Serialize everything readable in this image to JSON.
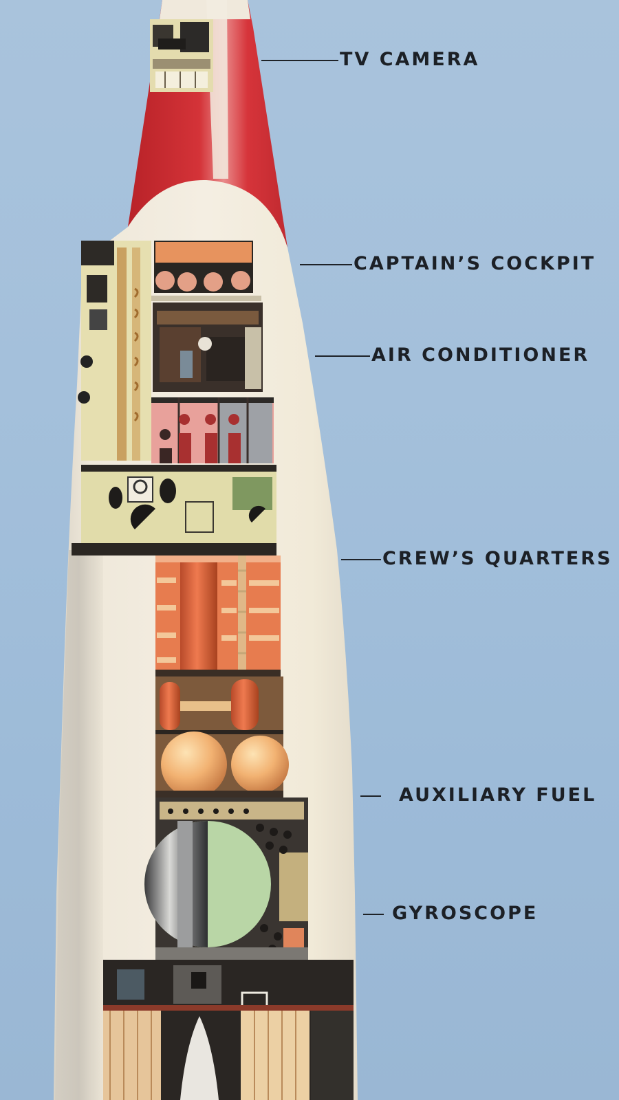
{
  "diagram": {
    "labels": [
      {
        "id": "tv-camera",
        "text": "TV CAMERA"
      },
      {
        "id": "captains-cockpit",
        "text": "CAPTAIN’S COCKPIT"
      },
      {
        "id": "air-conditioner",
        "text": "AIR CONDITIONER"
      },
      {
        "id": "crews-quarters",
        "text": "CREW’S QUARTERS"
      },
      {
        "id": "auxiliary-fuel",
        "text": "AUXILIARY FUEL"
      },
      {
        "id": "gyroscope",
        "text": "GYROSCOPE"
      }
    ]
  },
  "colors": {
    "sky": "#a4c0db",
    "hull": "#f1e9da",
    "nose_red": "#cf2f35",
    "interior_cream": "#e2dca8",
    "interior_orange": "#e0855b",
    "interior_pink": "#e6a19a",
    "interior_dark": "#2b2723",
    "interior_green": "#b7d3a3",
    "label_text": "#1c2026"
  }
}
